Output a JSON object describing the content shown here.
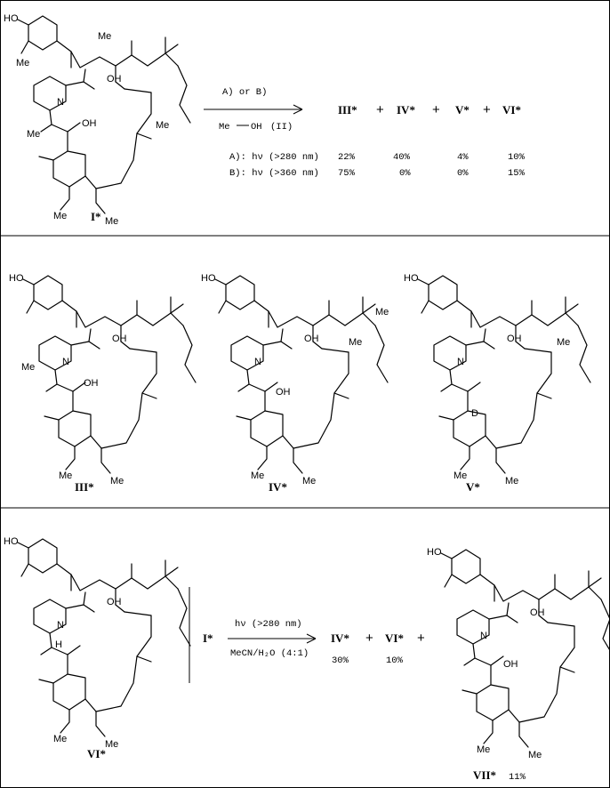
{
  "labels": {
    "I": "I*",
    "III": "III*",
    "IV": "IV*",
    "V": "V*",
    "VI": "VI*",
    "VII": "VII*"
  },
  "atoms": {
    "HO": "HO",
    "Me": "Me",
    "N": "N",
    "O": "O",
    "OH": "OH",
    "D": "D",
    "H": "H"
  },
  "reaction1": {
    "conditions_above": "A)  or B)",
    "reagent_me": "Me",
    "reagent_oh": "OH",
    "reagent_num": "(II)",
    "products": [
      "III*",
      "IV*",
      "V*",
      "VI*"
    ],
    "plus": "+",
    "rows": [
      {
        "label": "A): hν (>280 nm)",
        "values": [
          "22%",
          "40%",
          "4%",
          "10%"
        ]
      },
      {
        "label": "B): hν (>360 nm)",
        "values": [
          "75%",
          "0%",
          "0%",
          "15%"
        ]
      }
    ]
  },
  "reaction2": {
    "start": "I*",
    "above": "hν (>280 nm)",
    "below": "MeCN/H₂O (4:1)",
    "prod1": "IV*",
    "yield1": "30%",
    "prod2": "VI*",
    "yield2": "10%",
    "plus": "+",
    "prod3_yield": "11%"
  },
  "colors": {
    "line": "#000000",
    "background": "#ffffff"
  }
}
